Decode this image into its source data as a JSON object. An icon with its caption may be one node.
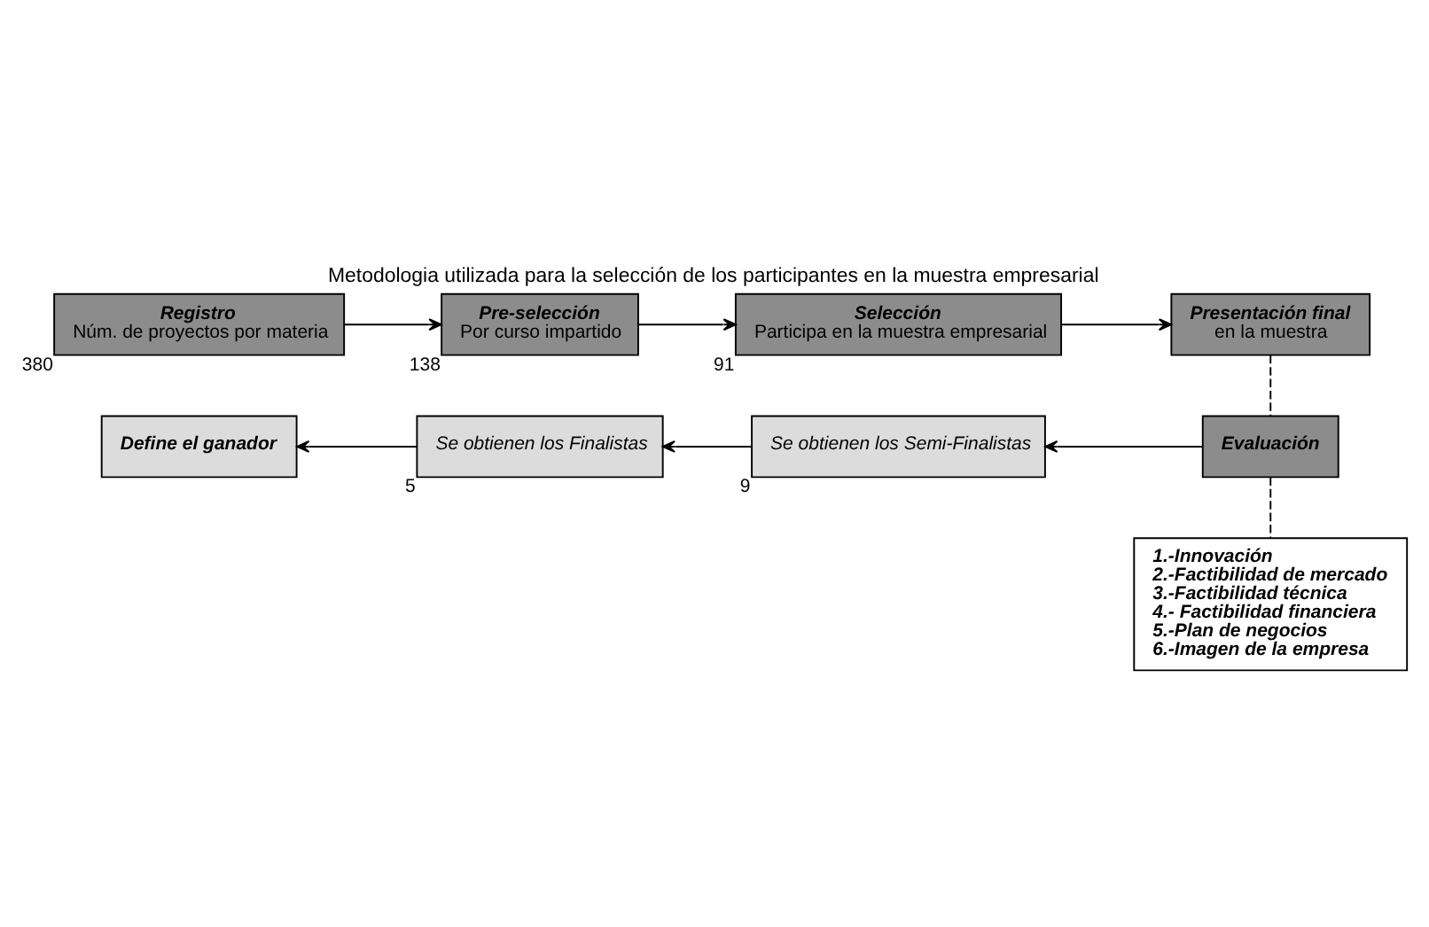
{
  "diagram": {
    "title": "Metodologia utilizada para la selección de los participantes en la muestra empresarial",
    "nodes": [
      {
        "text": [
          "Registro",
          "Núm. de proyectos por materia"
        ],
        "beside": [
          "380"
        ]
      },
      {
        "text": [
          "Pre-selección",
          "Por curso impartido"
        ],
        "beside": [
          "138"
        ]
      },
      {
        "text": [
          "Selección",
          "Participa en la muestra empresarial"
        ],
        "beside": [
          "91"
        ]
      },
      {
        "text": [
          "Presentación final",
          "en la muestra"
        ]
      },
      {
        "text": [
          "Evaluación"
        ]
      },
      {
        "text": [
          "Se obtienen los Semi-Finalistas"
        ],
        "beside": [
          "9"
        ]
      },
      {
        "text": [
          "Se obtienen los Finalistas"
        ],
        "beside": [
          "5"
        ]
      },
      {
        "text": [
          "Define el ganador"
        ]
      },
      {
        "text": [
          "1.-Innovación",
          "2.-Factibilidad de mercado",
          "3.-Factibilidad técnica",
          "4.- Factibilidad financiera",
          "5.-Plan de negocios",
          "6.-Imagen de la empresa"
        ]
      }
    ],
    "edges": [
      {
        "from": 0,
        "to": 1,
        "arrow": "to"
      },
      {
        "from": 1,
        "to": 2,
        "arrow": "to"
      },
      {
        "from": 2,
        "to": 3,
        "arrow": "to"
      },
      {
        "from": 3,
        "to": 4,
        "arrow": "none",
        "style": "dashed"
      },
      {
        "from": 4,
        "to": 5,
        "arrow": "to"
      },
      {
        "from": 5,
        "to": 6,
        "arrow": "to"
      },
      {
        "from": 6,
        "to": 7,
        "arrow": "to"
      },
      {
        "from": 4,
        "to": 8,
        "arrow": "none",
        "style": "dashed"
      }
    ]
  }
}
